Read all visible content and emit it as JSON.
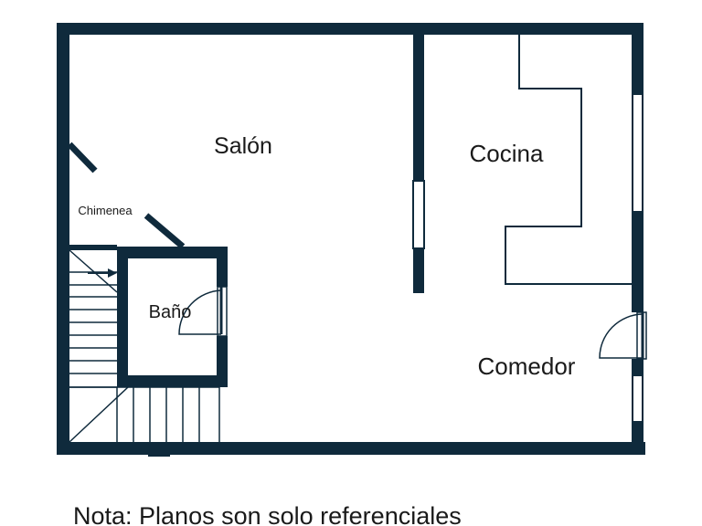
{
  "colors": {
    "wall": "#0f2a3c",
    "background": "#ffffff",
    "text": "#1a1a1a"
  },
  "rooms": {
    "salon": "Salón",
    "cocina": "Cocina",
    "chimenea": "Chimenea",
    "bano": "Baño",
    "comedor": "Comedor"
  },
  "note": "Nota: Planos son solo referenciales"
}
